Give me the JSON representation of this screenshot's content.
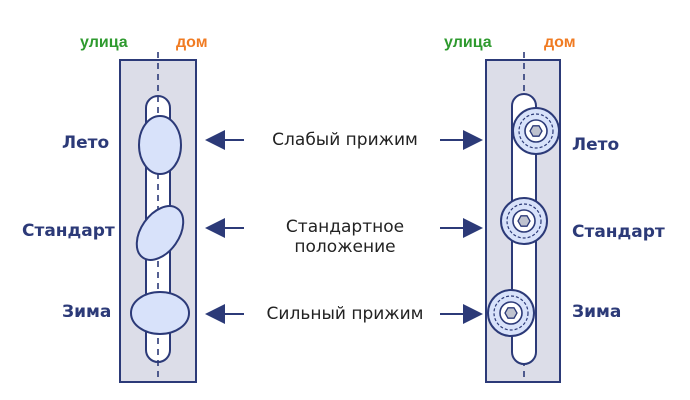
{
  "headers": {
    "street": "улица",
    "home": "дом"
  },
  "positions": {
    "summer": "Лето",
    "standard": "Стандарт",
    "winter": "Зима"
  },
  "descriptions": {
    "weak": "Слабый прижим",
    "standard_line1": "Стандартное",
    "standard_line2": "положение",
    "strong": "Сильный прижим"
  },
  "colors": {
    "street": "#2e9a2e",
    "home": "#f07b22",
    "label": "#2c3a78",
    "arrow": "#2c3a78",
    "bar": "#dcdde8",
    "outline": "#2c3a78",
    "highlight": "#d8e2fa"
  }
}
